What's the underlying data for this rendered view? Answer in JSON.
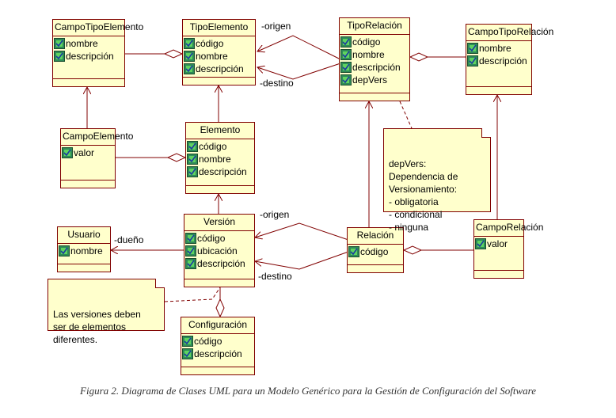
{
  "classes": {
    "campo_tipo_elemento": {
      "name": "CampoTipoElemento",
      "attrs": [
        "nombre",
        "descripción"
      ]
    },
    "tipo_elemento": {
      "name": "TipoElemento",
      "attrs": [
        "código",
        "nombre",
        "descripción"
      ]
    },
    "tipo_relacion": {
      "name": "TipoRelación",
      "attrs": [
        "código",
        "nombre",
        "descripción",
        "depVers"
      ]
    },
    "campo_tipo_relacion": {
      "name": "CampoTipoRelación",
      "attrs": [
        "nombre",
        "descripción"
      ]
    },
    "campo_elemento": {
      "name": "CampoElemento",
      "attrs": [
        "valor"
      ]
    },
    "elemento": {
      "name": "Elemento",
      "attrs": [
        "código",
        "nombre",
        "descripción"
      ]
    },
    "usuario": {
      "name": "Usuario",
      "attrs": [
        "nombre"
      ]
    },
    "version": {
      "name": "Versión",
      "attrs": [
        "código",
        "ubicación",
        "descripción"
      ]
    },
    "relacion": {
      "name": "Relación",
      "attrs": [
        "código"
      ]
    },
    "campo_relacion": {
      "name": "CampoRelación",
      "attrs": [
        "valor"
      ]
    },
    "configuracion": {
      "name": "Configuración",
      "attrs": [
        "código",
        "descripción"
      ]
    }
  },
  "notes": {
    "depvers": "depVers:\nDependencia de\nVersionamiento:\n- obligatoria\n- condicional\n- ninguna",
    "versiones": "Las versiones deben\nser de elementos\ndiferentes."
  },
  "roles": {
    "origen_top": "-origen",
    "destino_top": "-destino",
    "origen_mid": "-origen",
    "destino_mid": "-destino",
    "dueno": "-dueño"
  },
  "caption": "Figura 2. Diagrama de Clases UML para un Modelo Genérico para la Gestión de Configuración del Software",
  "colors": {
    "fill": "#ffffcc",
    "stroke": "#800000"
  },
  "attribute_icon": "attribute-icon"
}
